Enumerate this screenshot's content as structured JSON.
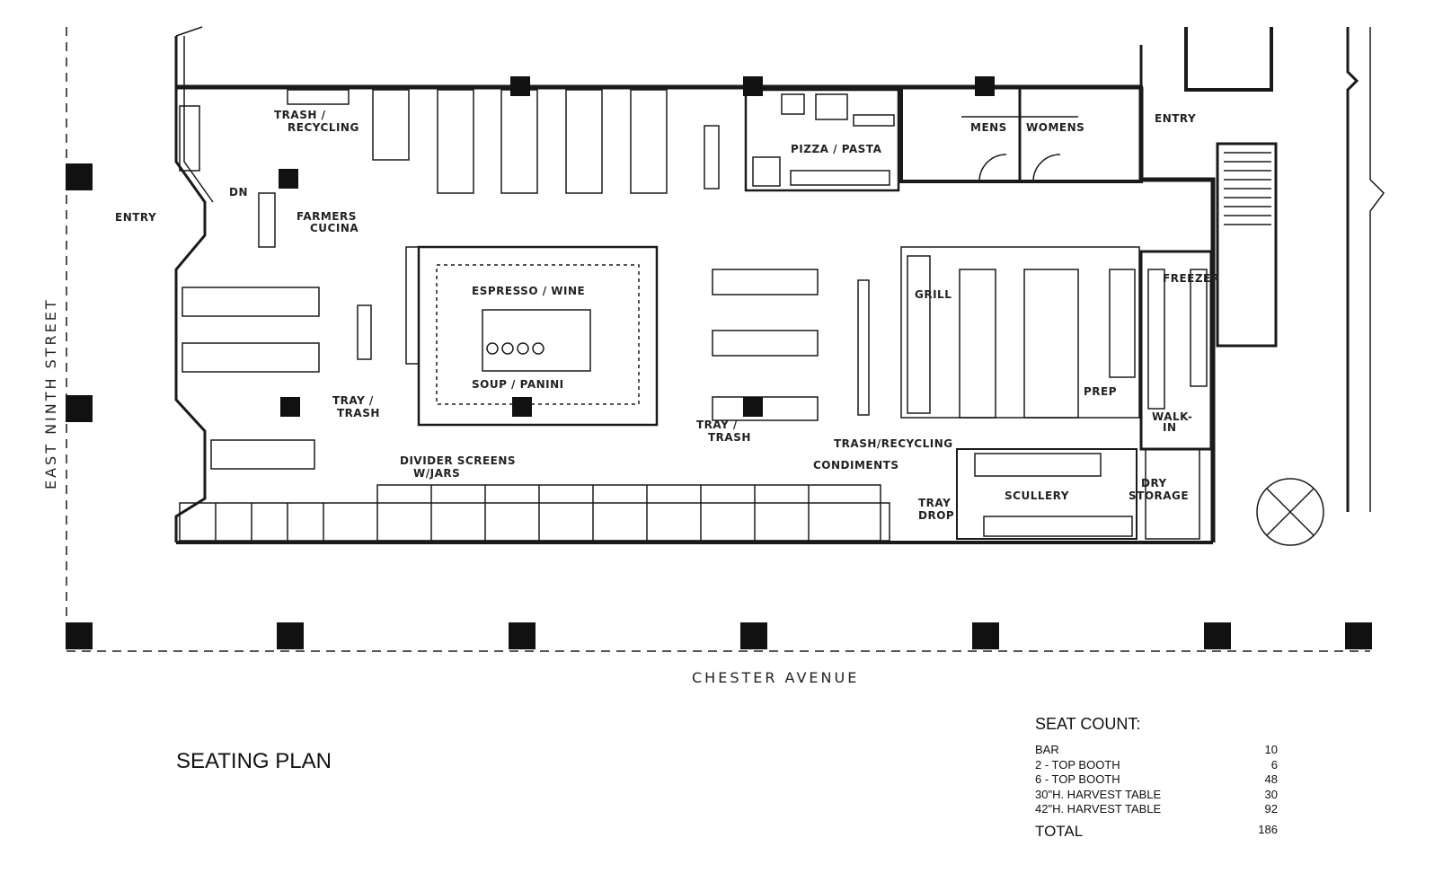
{
  "title": "SEATING PLAN",
  "streets": {
    "west": "EAST NINTH STREET",
    "south": "CHESTER AVENUE"
  },
  "labels": {
    "entry_west": "ENTRY",
    "entry_east": "ENTRY",
    "dn": "DN",
    "trash_recycling": [
      "TRASH /",
      "RECYCLING"
    ],
    "farmers_cucina": [
      "FARMERS",
      "CUCINA"
    ],
    "tray_trash_west": [
      "TRAY /",
      "TRASH"
    ],
    "tray_trash_center": [
      "TRAY /",
      "TRASH"
    ],
    "espresso_wine": "ESPRESSO / WINE",
    "soup_panini": "SOUP / PANINI",
    "pizza_pasta": "PIZZA / PASTA",
    "mens": "MENS",
    "womens": "WOMENS",
    "divider": [
      "DIVIDER SCREENS",
      "W/JARS"
    ],
    "trash_recycling_east": "TRASH/RECYCLING",
    "condiments": "CONDIMENTS",
    "tray_drop": [
      "TRAY",
      "DROP"
    ],
    "scullery": "SCULLERY",
    "grill": "GRILL",
    "prep": "PREP",
    "freezer": "FREEZER",
    "walk_in": [
      "WALK-",
      "IN"
    ],
    "dry_storage": [
      "DRY",
      "STORAGE"
    ]
  },
  "seat_count": {
    "heading": "SEAT COUNT:",
    "rows": [
      {
        "label": "BAR",
        "value": "10"
      },
      {
        "label": "2 - TOP BOOTH",
        "value": "6"
      },
      {
        "label": "6 - TOP BOOTH",
        "value": "48"
      },
      {
        "label": "30\"H. HARVEST TABLE",
        "value": "30"
      },
      {
        "label": "42\"H. HARVEST TABLE",
        "value": "92"
      }
    ],
    "total_label": "TOTAL",
    "total_value": "186"
  }
}
